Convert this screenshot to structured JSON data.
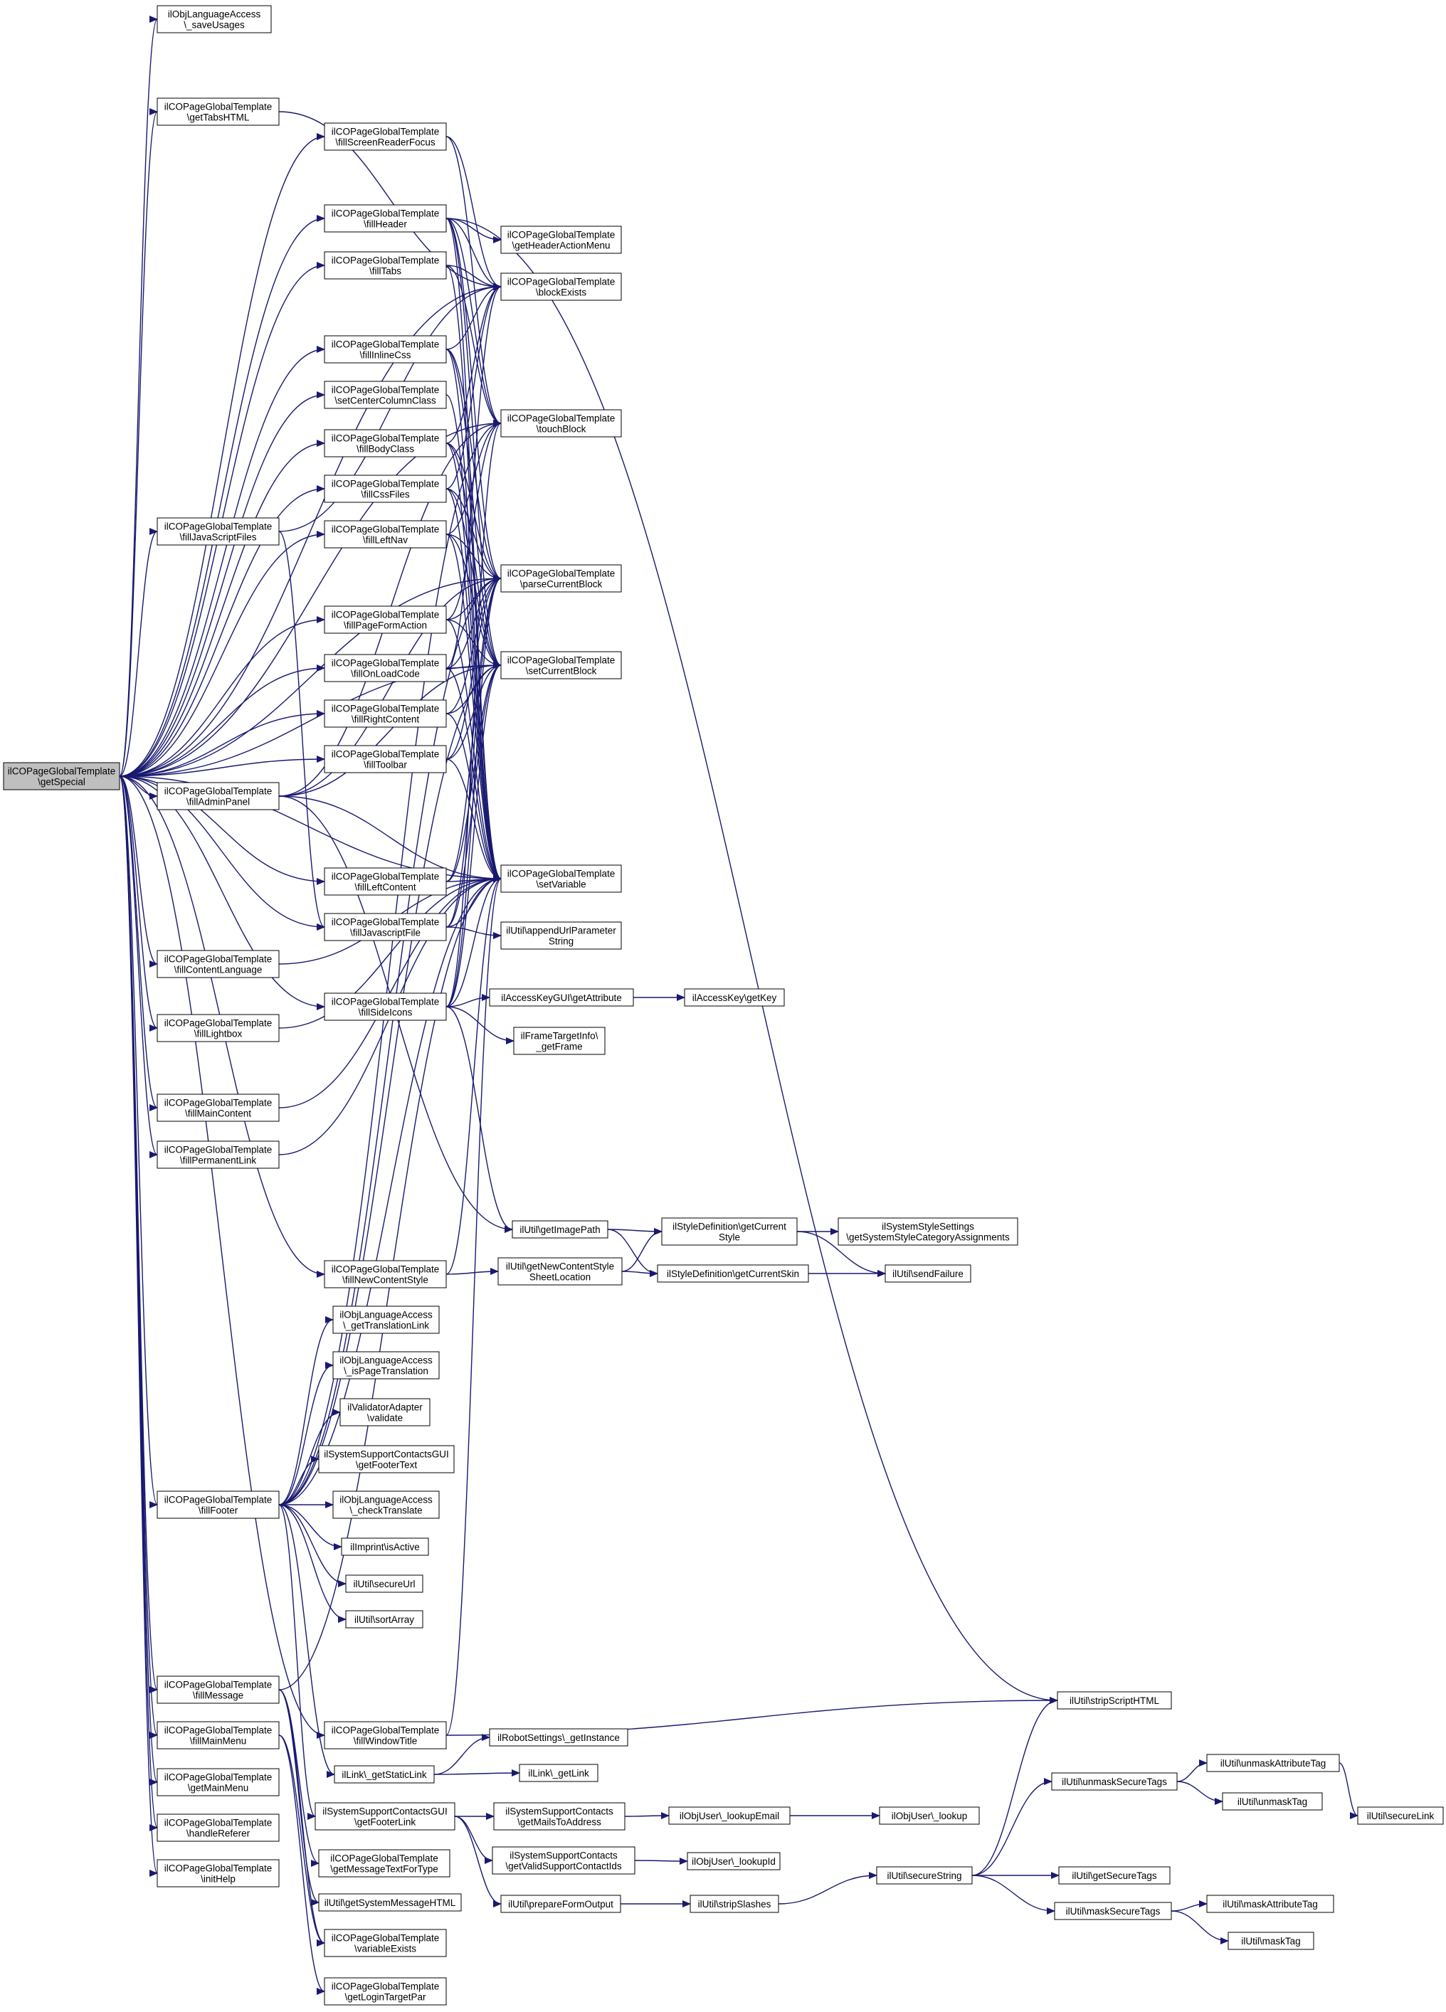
{
  "colors": {
    "edge": "#191970",
    "node_border": "#000000",
    "node_fill": "#ffffff",
    "root_fill": "#bfbfbf"
  },
  "root": "getSpecial",
  "nodes": [
    {
      "id": "getSpecial",
      "lines": [
        "ilCOPageGlobalTemplate",
        "\\getSpecial"
      ],
      "root": true
    },
    {
      "id": "saveUsages",
      "lines": [
        "ilObjLanguageAccess",
        "\\_saveUsages"
      ]
    },
    {
      "id": "getTabsHTML",
      "lines": [
        "ilCOPageGlobalTemplate",
        "\\getTabsHTML"
      ]
    },
    {
      "id": "fillScreenReaderFocus",
      "lines": [
        "ilCOPageGlobalTemplate",
        "\\fillScreenReaderFocus"
      ]
    },
    {
      "id": "fillHeader",
      "lines": [
        "ilCOPageGlobalTemplate",
        "\\fillHeader"
      ]
    },
    {
      "id": "fillTabs",
      "lines": [
        "ilCOPageGlobalTemplate",
        "\\fillTabs"
      ]
    },
    {
      "id": "fillInlineCss",
      "lines": [
        "ilCOPageGlobalTemplate",
        "\\fillInlineCss"
      ]
    },
    {
      "id": "setCenterColumnClass",
      "lines": [
        "ilCOPageGlobalTemplate",
        "\\setCenterColumnClass"
      ]
    },
    {
      "id": "fillBodyClass",
      "lines": [
        "ilCOPageGlobalTemplate",
        "\\fillBodyClass"
      ]
    },
    {
      "id": "fillCssFiles",
      "lines": [
        "ilCOPageGlobalTemplate",
        "\\fillCssFiles"
      ]
    },
    {
      "id": "fillJavaScriptFiles",
      "lines": [
        "ilCOPageGlobalTemplate",
        "\\fillJavaScriptFiles"
      ]
    },
    {
      "id": "fillLeftNav",
      "lines": [
        "ilCOPageGlobalTemplate",
        "\\fillLeftNav"
      ]
    },
    {
      "id": "fillPageFormAction",
      "lines": [
        "ilCOPageGlobalTemplate",
        "\\fillPageFormAction"
      ]
    },
    {
      "id": "fillOnLoadCode",
      "lines": [
        "ilCOPageGlobalTemplate",
        "\\fillOnLoadCode"
      ]
    },
    {
      "id": "fillRightContent",
      "lines": [
        "ilCOPageGlobalTemplate",
        "\\fillRightContent"
      ]
    },
    {
      "id": "fillToolbar",
      "lines": [
        "ilCOPageGlobalTemplate",
        "\\fillToolbar"
      ]
    },
    {
      "id": "fillAdminPanel",
      "lines": [
        "ilCOPageGlobalTemplate",
        "\\fillAdminPanel"
      ]
    },
    {
      "id": "fillLeftContent",
      "lines": [
        "ilCOPageGlobalTemplate",
        "\\fillLeftContent"
      ]
    },
    {
      "id": "fillJavascriptFile",
      "lines": [
        "ilCOPageGlobalTemplate",
        "\\fillJavascriptFile"
      ]
    },
    {
      "id": "fillContentLanguage",
      "lines": [
        "ilCOPageGlobalTemplate",
        "\\fillContentLanguage"
      ]
    },
    {
      "id": "fillSideIcons",
      "lines": [
        "ilCOPageGlobalTemplate",
        "\\fillSideIcons"
      ]
    },
    {
      "id": "fillLightbox",
      "lines": [
        "ilCOPageGlobalTemplate",
        "\\fillLightbox"
      ]
    },
    {
      "id": "fillMainContent",
      "lines": [
        "ilCOPageGlobalTemplate",
        "\\fillMainContent"
      ]
    },
    {
      "id": "fillPermanentLink",
      "lines": [
        "ilCOPageGlobalTemplate",
        "\\fillPermanentLink"
      ]
    },
    {
      "id": "fillNewContentStyle",
      "lines": [
        "ilCOPageGlobalTemplate",
        "\\fillNewContentStyle"
      ]
    },
    {
      "id": "getTranslationLink",
      "lines": [
        "ilObjLanguageAccess",
        "\\_getTranslationLink"
      ]
    },
    {
      "id": "isPageTranslation",
      "lines": [
        "ilObjLanguageAccess",
        "\\_isPageTranslation"
      ]
    },
    {
      "id": "validate",
      "lines": [
        "ilValidatorAdapter",
        "\\validate"
      ]
    },
    {
      "id": "getFooterText",
      "lines": [
        "ilSystemSupportContactsGUI",
        "\\getFooterText"
      ]
    },
    {
      "id": "fillFooter",
      "lines": [
        "ilCOPageGlobalTemplate",
        "\\fillFooter"
      ]
    },
    {
      "id": "checkTranslate",
      "lines": [
        "ilObjLanguageAccess",
        "\\_checkTranslate"
      ]
    },
    {
      "id": "isActive",
      "lines": [
        "ilImprint\\isActive"
      ]
    },
    {
      "id": "secureUrl",
      "lines": [
        "ilUtil\\secureUrl"
      ]
    },
    {
      "id": "sortArray",
      "lines": [
        "ilUtil\\sortArray"
      ]
    },
    {
      "id": "fillMessage",
      "lines": [
        "ilCOPageGlobalTemplate",
        "\\fillMessage"
      ]
    },
    {
      "id": "fillWindowTitle",
      "lines": [
        "ilCOPageGlobalTemplate",
        "\\fillWindowTitle"
      ]
    },
    {
      "id": "fillMainMenu",
      "lines": [
        "ilCOPageGlobalTemplate",
        "\\fillMainMenu"
      ]
    },
    {
      "id": "getStaticLink",
      "lines": [
        "ilLink\\_getStaticLink"
      ]
    },
    {
      "id": "getMainMenu",
      "lines": [
        "ilCOPageGlobalTemplate",
        "\\getMainMenu"
      ]
    },
    {
      "id": "getFooterLink",
      "lines": [
        "ilSystemSupportContactsGUI",
        "\\getFooterLink"
      ]
    },
    {
      "id": "handleReferer",
      "lines": [
        "ilCOPageGlobalTemplate",
        "\\handleReferer"
      ]
    },
    {
      "id": "getMessageTextForType",
      "lines": [
        "ilCOPageGlobalTemplate",
        "\\getMessageTextForType"
      ]
    },
    {
      "id": "initHelp",
      "lines": [
        "ilCOPageGlobalTemplate",
        "\\initHelp"
      ]
    },
    {
      "id": "getSystemMessageHTML",
      "lines": [
        "ilUtil\\getSystemMessageHTML"
      ]
    },
    {
      "id": "variableExists",
      "lines": [
        "ilCOPageGlobalTemplate",
        "\\variableExists"
      ]
    },
    {
      "id": "getLoginTargetPar",
      "lines": [
        "ilCOPageGlobalTemplate",
        "\\getLoginTargetPar"
      ]
    },
    {
      "id": "getHeaderActionMenu",
      "lines": [
        "ilCOPageGlobalTemplate",
        "\\getHeaderActionMenu"
      ]
    },
    {
      "id": "blockExists",
      "lines": [
        "ilCOPageGlobalTemplate",
        "\\blockExists"
      ]
    },
    {
      "id": "touchBlock",
      "lines": [
        "ilCOPageGlobalTemplate",
        "\\touchBlock"
      ]
    },
    {
      "id": "parseCurrentBlock",
      "lines": [
        "ilCOPageGlobalTemplate",
        "\\parseCurrentBlock"
      ]
    },
    {
      "id": "setCurrentBlock",
      "lines": [
        "ilCOPageGlobalTemplate",
        "\\setCurrentBlock"
      ]
    },
    {
      "id": "setVariable",
      "lines": [
        "ilCOPageGlobalTemplate",
        "\\setVariable"
      ]
    },
    {
      "id": "appendUrlParameterString",
      "lines": [
        "ilUtil\\appendUrlParameter",
        "String"
      ]
    },
    {
      "id": "getAttribute",
      "lines": [
        "ilAccessKeyGUI\\getAttribute"
      ]
    },
    {
      "id": "getKey",
      "lines": [
        "ilAccessKey\\getKey"
      ]
    },
    {
      "id": "getFrame",
      "lines": [
        "ilFrameTargetInfo\\",
        "_getFrame"
      ]
    },
    {
      "id": "getImagePath",
      "lines": [
        "ilUtil\\getImagePath"
      ]
    },
    {
      "id": "getNewContentStyleSheetLocation",
      "lines": [
        "ilUtil\\getNewContentStyle",
        "SheetLocation"
      ]
    },
    {
      "id": "getCurrentStyle",
      "lines": [
        "ilStyleDefinition\\getCurrent",
        "Style"
      ]
    },
    {
      "id": "getCurrentSkin",
      "lines": [
        "ilStyleDefinition\\getCurrentSkin"
      ]
    },
    {
      "id": "getSystemStyleCategoryAssignments",
      "lines": [
        "ilSystemStyleSettings",
        "\\getSystemStyleCategoryAssignments"
      ]
    },
    {
      "id": "sendFailure",
      "lines": [
        "ilUtil\\sendFailure"
      ]
    },
    {
      "id": "getInstance",
      "lines": [
        "ilRobotSettings\\_getInstance"
      ]
    },
    {
      "id": "getLink",
      "lines": [
        "ilLink\\_getLink"
      ]
    },
    {
      "id": "getMailsToAddress",
      "lines": [
        "ilSystemSupportContacts",
        "\\getMailsToAddress"
      ]
    },
    {
      "id": "getValidSupportContactIds",
      "lines": [
        "ilSystemSupportContacts",
        "\\getValidSupportContactIds"
      ]
    },
    {
      "id": "prepareFormOutput",
      "lines": [
        "ilUtil\\prepareFormOutput"
      ]
    },
    {
      "id": "lookupEmail",
      "lines": [
        "ilObjUser\\_lookupEmail"
      ]
    },
    {
      "id": "lookupId",
      "lines": [
        "ilObjUser\\_lookupId"
      ]
    },
    {
      "id": "stripSlashes",
      "lines": [
        "ilUtil\\stripSlashes"
      ]
    },
    {
      "id": "lookup",
      "lines": [
        "ilObjUser\\_lookup"
      ]
    },
    {
      "id": "secureString",
      "lines": [
        "ilUtil\\secureString"
      ]
    },
    {
      "id": "stripScriptHTML",
      "lines": [
        "ilUtil\\stripScriptHTML"
      ]
    },
    {
      "id": "unmaskSecureTags",
      "lines": [
        "ilUtil\\unmaskSecureTags"
      ]
    },
    {
      "id": "getSecureTags",
      "lines": [
        "ilUtil\\getSecureTags"
      ]
    },
    {
      "id": "maskSecureTags",
      "lines": [
        "ilUtil\\maskSecureTags"
      ]
    },
    {
      "id": "unmaskAttributeTag",
      "lines": [
        "ilUtil\\unmaskAttributeTag"
      ]
    },
    {
      "id": "unmaskTag",
      "lines": [
        "ilUtil\\unmaskTag"
      ]
    },
    {
      "id": "secureLink",
      "lines": [
        "ilUtil\\secureLink"
      ]
    },
    {
      "id": "maskAttributeTag",
      "lines": [
        "ilUtil\\maskAttributeTag"
      ]
    },
    {
      "id": "maskTag",
      "lines": [
        "ilUtil\\maskTag"
      ]
    }
  ],
  "edges": [
    [
      "getSpecial",
      "saveUsages"
    ],
    [
      "getSpecial",
      "getTabsHTML"
    ],
    [
      "getSpecial",
      "fillScreenReaderFocus"
    ],
    [
      "getSpecial",
      "fillHeader"
    ],
    [
      "getSpecial",
      "fillTabs"
    ],
    [
      "getSpecial",
      "fillInlineCss"
    ],
    [
      "getSpecial",
      "setCenterColumnClass"
    ],
    [
      "getSpecial",
      "fillBodyClass"
    ],
    [
      "getSpecial",
      "fillCssFiles"
    ],
    [
      "getSpecial",
      "fillJavaScriptFiles"
    ],
    [
      "getSpecial",
      "fillLeftNav"
    ],
    [
      "getSpecial",
      "fillPageFormAction"
    ],
    [
      "getSpecial",
      "fillOnLoadCode"
    ],
    [
      "getSpecial",
      "fillRightContent"
    ],
    [
      "getSpecial",
      "fillToolbar"
    ],
    [
      "getSpecial",
      "fillAdminPanel"
    ],
    [
      "getSpecial",
      "fillLeftContent"
    ],
    [
      "getSpecial",
      "fillJavascriptFile"
    ],
    [
      "getSpecial",
      "fillContentLanguage"
    ],
    [
      "getSpecial",
      "fillSideIcons"
    ],
    [
      "getSpecial",
      "fillLightbox"
    ],
    [
      "getSpecial",
      "fillMainContent"
    ],
    [
      "getSpecial",
      "fillPermanentLink"
    ],
    [
      "getSpecial",
      "fillNewContentStyle"
    ],
    [
      "getSpecial",
      "fillFooter"
    ],
    [
      "getSpecial",
      "fillMessage"
    ],
    [
      "getSpecial",
      "fillWindowTitle"
    ],
    [
      "getSpecial",
      "fillMainMenu"
    ],
    [
      "getSpecial",
      "getMainMenu"
    ],
    [
      "getSpecial",
      "handleReferer"
    ],
    [
      "getSpecial",
      "initHelp"
    ],
    [
      "getSpecial",
      "blockExists"
    ],
    [
      "getSpecial",
      "touchBlock"
    ],
    [
      "getSpecial",
      "parseCurrentBlock"
    ],
    [
      "getSpecial",
      "setCurrentBlock"
    ],
    [
      "getSpecial",
      "setVariable"
    ],
    [
      "getTabsHTML",
      "blockExists"
    ],
    [
      "fillScreenReaderFocus",
      "blockExists"
    ],
    [
      "fillScreenReaderFocus",
      "touchBlock"
    ],
    [
      "fillHeader",
      "getHeaderActionMenu"
    ],
    [
      "fillHeader",
      "blockExists"
    ],
    [
      "fillHeader",
      "touchBlock"
    ],
    [
      "fillHeader",
      "parseCurrentBlock"
    ],
    [
      "fillHeader",
      "setCurrentBlock"
    ],
    [
      "fillHeader",
      "setVariable"
    ],
    [
      "fillHeader",
      "stripScriptHTML"
    ],
    [
      "fillTabs",
      "blockExists"
    ],
    [
      "fillTabs",
      "touchBlock"
    ],
    [
      "fillTabs",
      "setVariable"
    ],
    [
      "fillInlineCss",
      "blockExists"
    ],
    [
      "fillInlineCss",
      "parseCurrentBlock"
    ],
    [
      "fillInlineCss",
      "setCurrentBlock"
    ],
    [
      "fillInlineCss",
      "setVariable"
    ],
    [
      "setCenterColumnClass",
      "setVariable"
    ],
    [
      "fillBodyClass",
      "blockExists"
    ],
    [
      "fillBodyClass",
      "parseCurrentBlock"
    ],
    [
      "fillBodyClass",
      "setCurrentBlock"
    ],
    [
      "fillBodyClass",
      "setVariable"
    ],
    [
      "fillCssFiles",
      "blockExists"
    ],
    [
      "fillCssFiles",
      "parseCurrentBlock"
    ],
    [
      "fillCssFiles",
      "setCurrentBlock"
    ],
    [
      "fillCssFiles",
      "setVariable"
    ],
    [
      "fillJavaScriptFiles",
      "blockExists"
    ],
    [
      "fillJavaScriptFiles",
      "fillJavascriptFile"
    ],
    [
      "fillLeftNav",
      "setVariable"
    ],
    [
      "fillLeftNav",
      "touchBlock"
    ],
    [
      "fillLeftNav",
      "parseCurrentBlock"
    ],
    [
      "fillLeftNav",
      "setCurrentBlock"
    ],
    [
      "fillPageFormAction",
      "touchBlock"
    ],
    [
      "fillPageFormAction",
      "parseCurrentBlock"
    ],
    [
      "fillPageFormAction",
      "setCurrentBlock"
    ],
    [
      "fillPageFormAction",
      "setVariable"
    ],
    [
      "fillOnLoadCode",
      "blockExists"
    ],
    [
      "fillOnLoadCode",
      "parseCurrentBlock"
    ],
    [
      "fillOnLoadCode",
      "setCurrentBlock"
    ],
    [
      "fillOnLoadCode",
      "setVariable"
    ],
    [
      "fillRightContent",
      "parseCurrentBlock"
    ],
    [
      "fillRightContent",
      "setCurrentBlock"
    ],
    [
      "fillRightContent",
      "setVariable"
    ],
    [
      "fillToolbar",
      "parseCurrentBlock"
    ],
    [
      "fillToolbar",
      "setCurrentBlock"
    ],
    [
      "fillToolbar",
      "setVariable"
    ],
    [
      "fillAdminPanel",
      "getImagePath"
    ],
    [
      "fillAdminPanel",
      "parseCurrentBlock"
    ],
    [
      "fillAdminPanel",
      "setCurrentBlock"
    ],
    [
      "fillAdminPanel",
      "touchBlock"
    ],
    [
      "fillAdminPanel",
      "setVariable"
    ],
    [
      "fillLeftContent",
      "parseCurrentBlock"
    ],
    [
      "fillLeftContent",
      "setCurrentBlock"
    ],
    [
      "fillLeftContent",
      "setVariable"
    ],
    [
      "fillJavascriptFile",
      "appendUrlParameterString"
    ],
    [
      "fillJavascriptFile",
      "parseCurrentBlock"
    ],
    [
      "fillJavascriptFile",
      "setCurrentBlock"
    ],
    [
      "fillJavascriptFile",
      "setVariable"
    ],
    [
      "fillContentLanguage",
      "setVariable"
    ],
    [
      "fillSideIcons",
      "getAttribute"
    ],
    [
      "fillSideIcons",
      "getFrame"
    ],
    [
      "fillSideIcons",
      "getImagePath"
    ],
    [
      "fillSideIcons",
      "parseCurrentBlock"
    ],
    [
      "fillSideIcons",
      "setCurrentBlock"
    ],
    [
      "fillSideIcons",
      "touchBlock"
    ],
    [
      "fillSideIcons",
      "setVariable"
    ],
    [
      "fillLightbox",
      "setVariable"
    ],
    [
      "fillMainContent",
      "setVariable"
    ],
    [
      "fillPermanentLink",
      "setVariable"
    ],
    [
      "fillNewContentStyle",
      "getNewContentStyleSheetLocation"
    ],
    [
      "fillNewContentStyle",
      "setVariable"
    ],
    [
      "getAttribute",
      "getKey"
    ],
    [
      "getImagePath",
      "getCurrentStyle"
    ],
    [
      "getImagePath",
      "getCurrentSkin"
    ],
    [
      "getNewContentStyleSheetLocation",
      "getCurrentStyle"
    ],
    [
      "getNewContentStyleSheetLocation",
      "getCurrentSkin"
    ],
    [
      "getCurrentStyle",
      "getSystemStyleCategoryAssignments"
    ],
    [
      "getCurrentStyle",
      "sendFailure"
    ],
    [
      "getCurrentSkin",
      "sendFailure"
    ],
    [
      "fillFooter",
      "getTranslationLink"
    ],
    [
      "fillFooter",
      "isPageTranslation"
    ],
    [
      "fillFooter",
      "validate"
    ],
    [
      "fillFooter",
      "getFooterText"
    ],
    [
      "fillFooter",
      "checkTranslate"
    ],
    [
      "fillFooter",
      "isActive"
    ],
    [
      "fillFooter",
      "secureUrl"
    ],
    [
      "fillFooter",
      "sortArray"
    ],
    [
      "fillFooter",
      "getStaticLink"
    ],
    [
      "fillFooter",
      "getFooterLink"
    ],
    [
      "fillFooter",
      "parseCurrentBlock"
    ],
    [
      "fillFooter",
      "setCurrentBlock"
    ],
    [
      "fillFooter",
      "setVariable"
    ],
    [
      "fillFooter",
      "touchBlock"
    ],
    [
      "fillMessage",
      "getMessageTextForType"
    ],
    [
      "fillMessage",
      "getSystemMessageHTML"
    ],
    [
      "fillMessage",
      "variableExists"
    ],
    [
      "fillMessage",
      "setVariable"
    ],
    [
      "fillWindowTitle",
      "stripScriptHTML"
    ],
    [
      "fillWindowTitle",
      "setVariable"
    ],
    [
      "fillMainMenu",
      "getLoginTargetPar"
    ],
    [
      "fillMainMenu",
      "variableExists"
    ],
    [
      "getStaticLink",
      "getInstance"
    ],
    [
      "getStaticLink",
      "getLink"
    ],
    [
      "getFooterLink",
      "getMailsToAddress"
    ],
    [
      "getFooterLink",
      "getValidSupportContactIds"
    ],
    [
      "getFooterLink",
      "prepareFormOutput"
    ],
    [
      "getMailsToAddress",
      "lookupEmail"
    ],
    [
      "lookupEmail",
      "lookup"
    ],
    [
      "getValidSupportContactIds",
      "lookupId"
    ],
    [
      "prepareFormOutput",
      "stripSlashes"
    ],
    [
      "stripSlashes",
      "secureString"
    ],
    [
      "secureString",
      "stripScriptHTML"
    ],
    [
      "secureString",
      "unmaskSecureTags"
    ],
    [
      "secureString",
      "getSecureTags"
    ],
    [
      "secureString",
      "maskSecureTags"
    ],
    [
      "unmaskSecureTags",
      "unmaskAttributeTag"
    ],
    [
      "unmaskSecureTags",
      "unmaskTag"
    ],
    [
      "unmaskAttributeTag",
      "secureLink"
    ],
    [
      "maskSecureTags",
      "maskAttributeTag"
    ],
    [
      "maskSecureTags",
      "maskTag"
    ]
  ]
}
